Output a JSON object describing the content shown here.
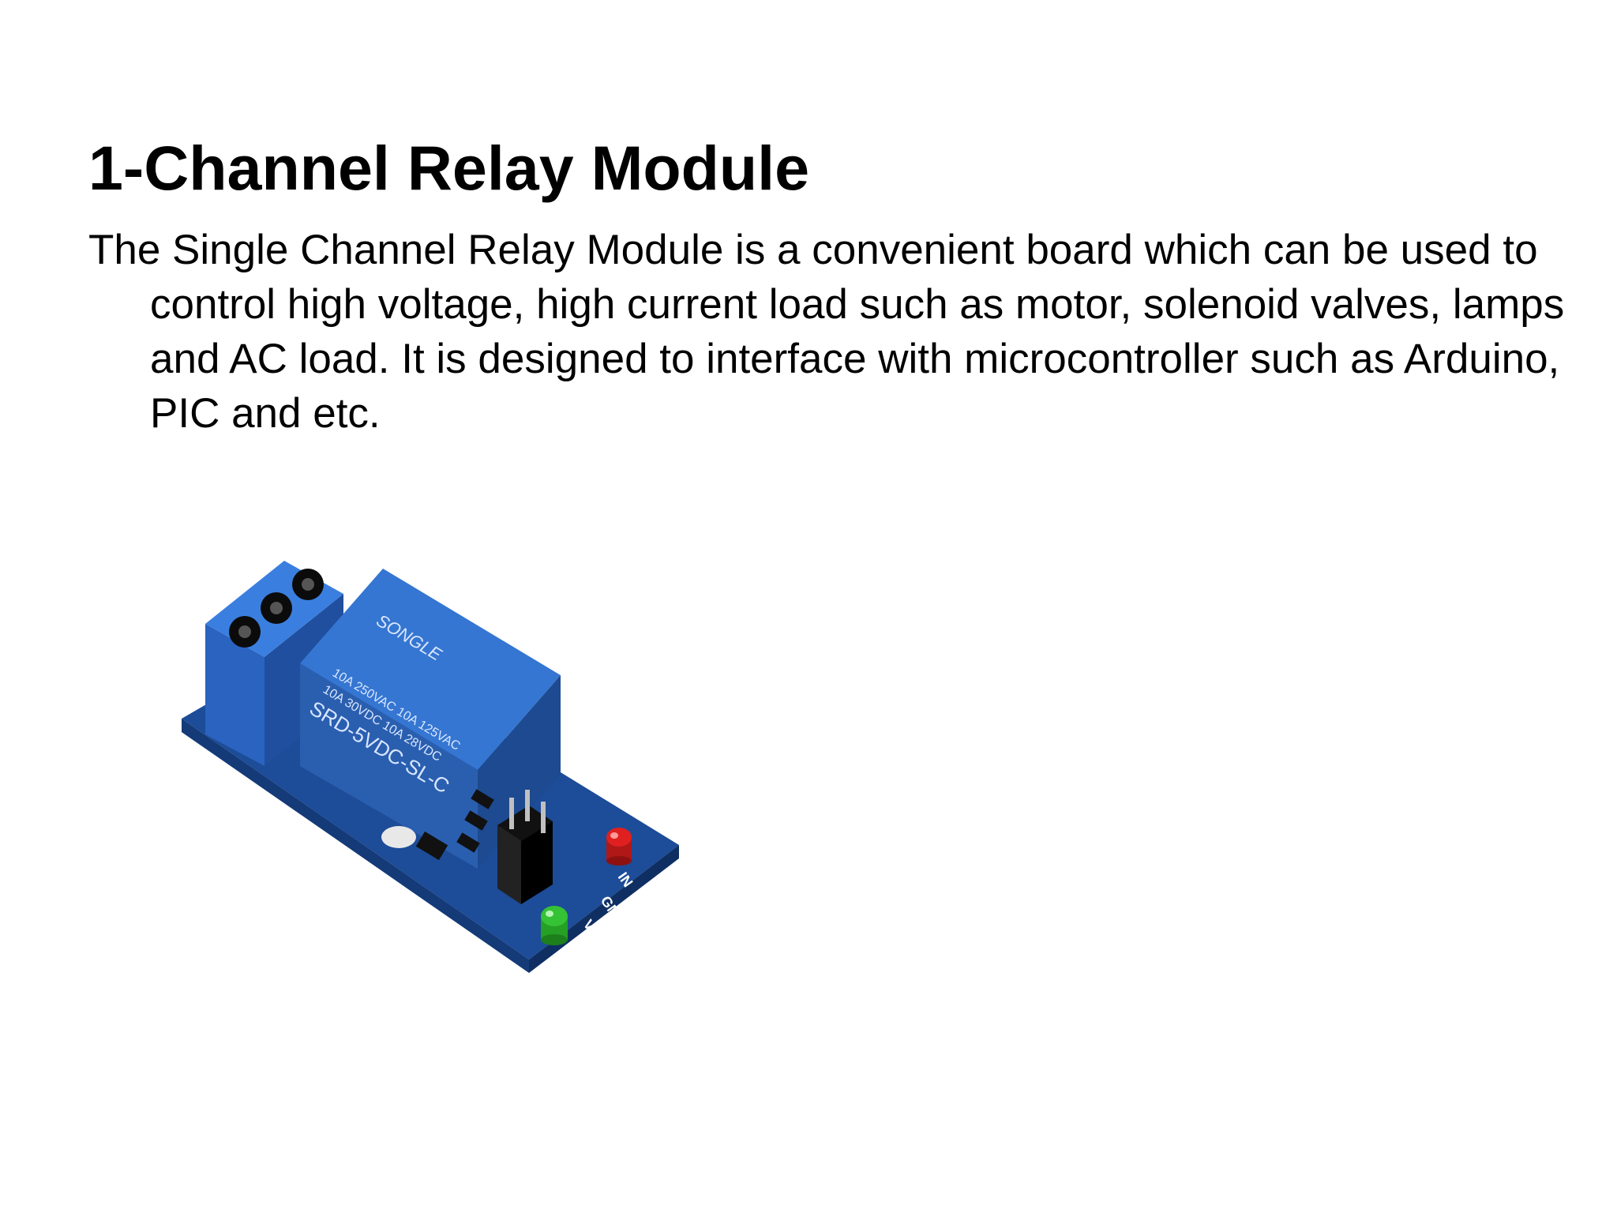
{
  "slide": {
    "title": "1-Channel Relay Module",
    "body": "The Single Channel Relay Module is a convenient board which can be used to control high voltage, high current load such as motor, solenoid valves, lamps and AC load. It is designed to interface with microcontroller such as Arduino, PIC and etc."
  },
  "image": {
    "subject": "relay-module-photo",
    "relay_markings": {
      "brand": "SONGLE",
      "line1": "10A 250VAC  10A 125VAC",
      "line2": "10A 30VDC  10A 28VDC",
      "model": "SRD-5VDC-SL-C"
    },
    "pin_labels": [
      "IN",
      "GND",
      "VCC"
    ],
    "colors": {
      "board": "#1f4f9e",
      "relay": "#2a63b8",
      "terminal": "#2f6fd0",
      "led_red": "#e02020",
      "led_green": "#35c235"
    }
  }
}
